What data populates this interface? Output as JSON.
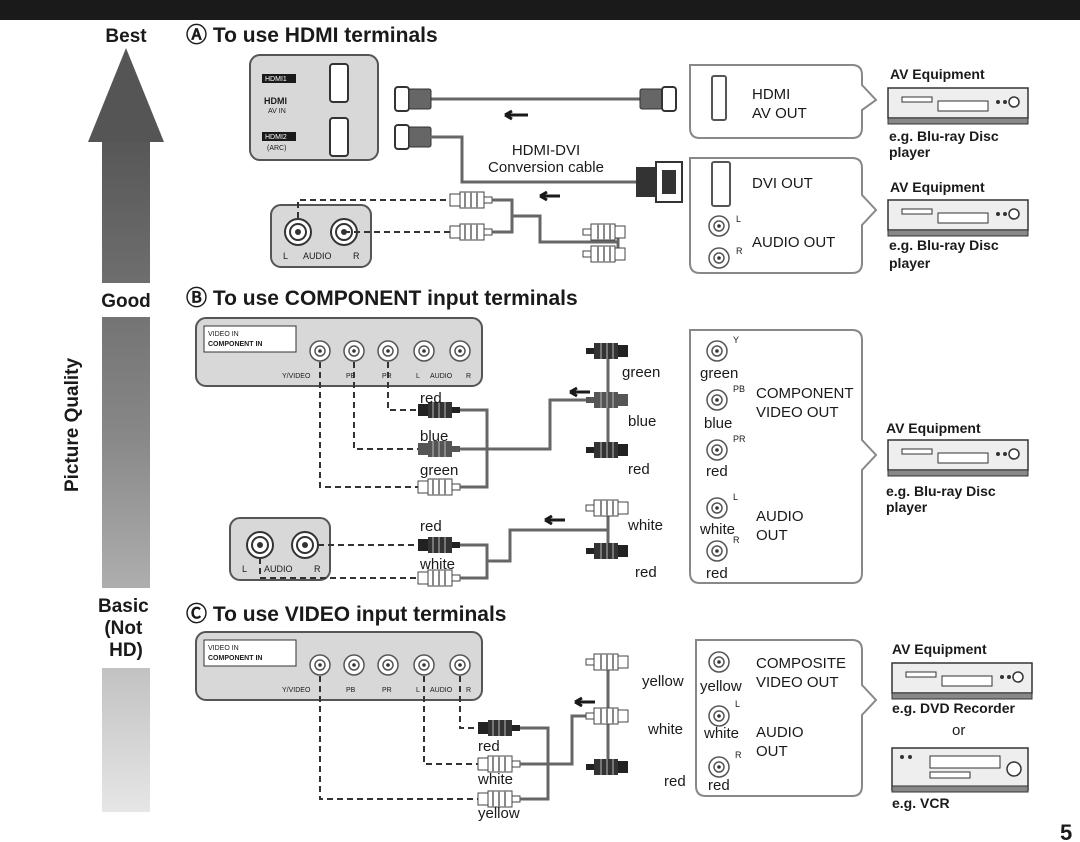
{
  "quality_axis": {
    "label": "Picture Quality",
    "best": "Best",
    "good": "Good",
    "basic": "Basic\n(Not\nHD)"
  },
  "sections": {
    "hdmi": {
      "title": "Ⓐ To use HDMI terminals",
      "tv_labels": {
        "hdmi1": "HDMI1",
        "hdmi_logo": "HDMI",
        "av_in": "AV IN",
        "hdmi2": "HDMI2",
        "arc": "(ARC)"
      },
      "cable_label_1": "HDMI-DVI",
      "cable_label_2": "Conversion cable",
      "device1": {
        "out_1": "HDMI",
        "out_2": "AV OUT",
        "equip": "AV Equipment",
        "example_1": "e.g. Blu-ray Disc",
        "example_2": "player"
      },
      "device2": {
        "dvi_out": "DVI OUT",
        "audio_out": "AUDIO OUT",
        "l": "L",
        "r": "R",
        "equip": "AV Equipment",
        "example_1": "e.g. Blu-ray Disc",
        "example_2": "player"
      },
      "audio_panel": {
        "l": "L",
        "audio": "AUDIO",
        "r": "R"
      }
    },
    "component": {
      "title": "Ⓑ To use COMPONENT input terminals",
      "tv_label_1": "VIDEO IN",
      "tv_label_2": "COMPONENT IN",
      "jack_labels": {
        "yvideo": "Y/VIDEO",
        "pb": "PB",
        "pr": "PR",
        "l": "L",
        "audio": "AUDIO",
        "r": "R"
      },
      "left_cables": {
        "c1": "red",
        "c2": "blue",
        "c3": "green",
        "a1": "red",
        "a2": "white"
      },
      "right_cables": {
        "c1": "green",
        "c2": "blue",
        "c3": "red",
        "a1": "white",
        "a2": "red"
      },
      "device_jacks": {
        "y": "Y",
        "pb": "PB",
        "pr": "PR",
        "g": "green",
        "b": "blue",
        "r": "red",
        "l": "L",
        "rr": "R",
        "w": "white",
        "rd": "red"
      },
      "video_out_1": "COMPONENT",
      "video_out_2": "VIDEO OUT",
      "audio_out_1": "AUDIO",
      "audio_out_2": "OUT",
      "audio_panel": {
        "l": "L",
        "audio": "AUDIO",
        "r": "R"
      },
      "equip": "AV Equipment",
      "example_1": "e.g. Blu-ray Disc",
      "example_2": "player"
    },
    "video": {
      "title": "Ⓒ To use VIDEO input terminals",
      "tv_label_1": "VIDEO IN",
      "tv_label_2": "COMPONENT IN",
      "jack_labels": {
        "yvideo": "Y/VIDEO",
        "pb": "PB",
        "pr": "PR",
        "l": "L",
        "audio": "AUDIO",
        "r": "R"
      },
      "left_cables": {
        "c1": "red",
        "c2": "white",
        "c3": "yellow"
      },
      "right_cables": {
        "c1": "yellow",
        "c2": "white",
        "c3": "red"
      },
      "device_jacks": {
        "y": "yellow",
        "l": "L",
        "w": "white",
        "r": "R",
        "rd": "red"
      },
      "video_out_1": "COMPOSITE",
      "video_out_2": "VIDEO OUT",
      "audio_out_1": "AUDIO",
      "audio_out_2": "OUT",
      "equip": "AV Equipment",
      "example_1": "e.g. DVD Recorder",
      "or": "or",
      "example_2": "e.g. VCR"
    }
  },
  "page_number": "5",
  "colors": {
    "bar": "#1a1a1a",
    "panel": "#d8d8d8",
    "cable": "#666666"
  }
}
